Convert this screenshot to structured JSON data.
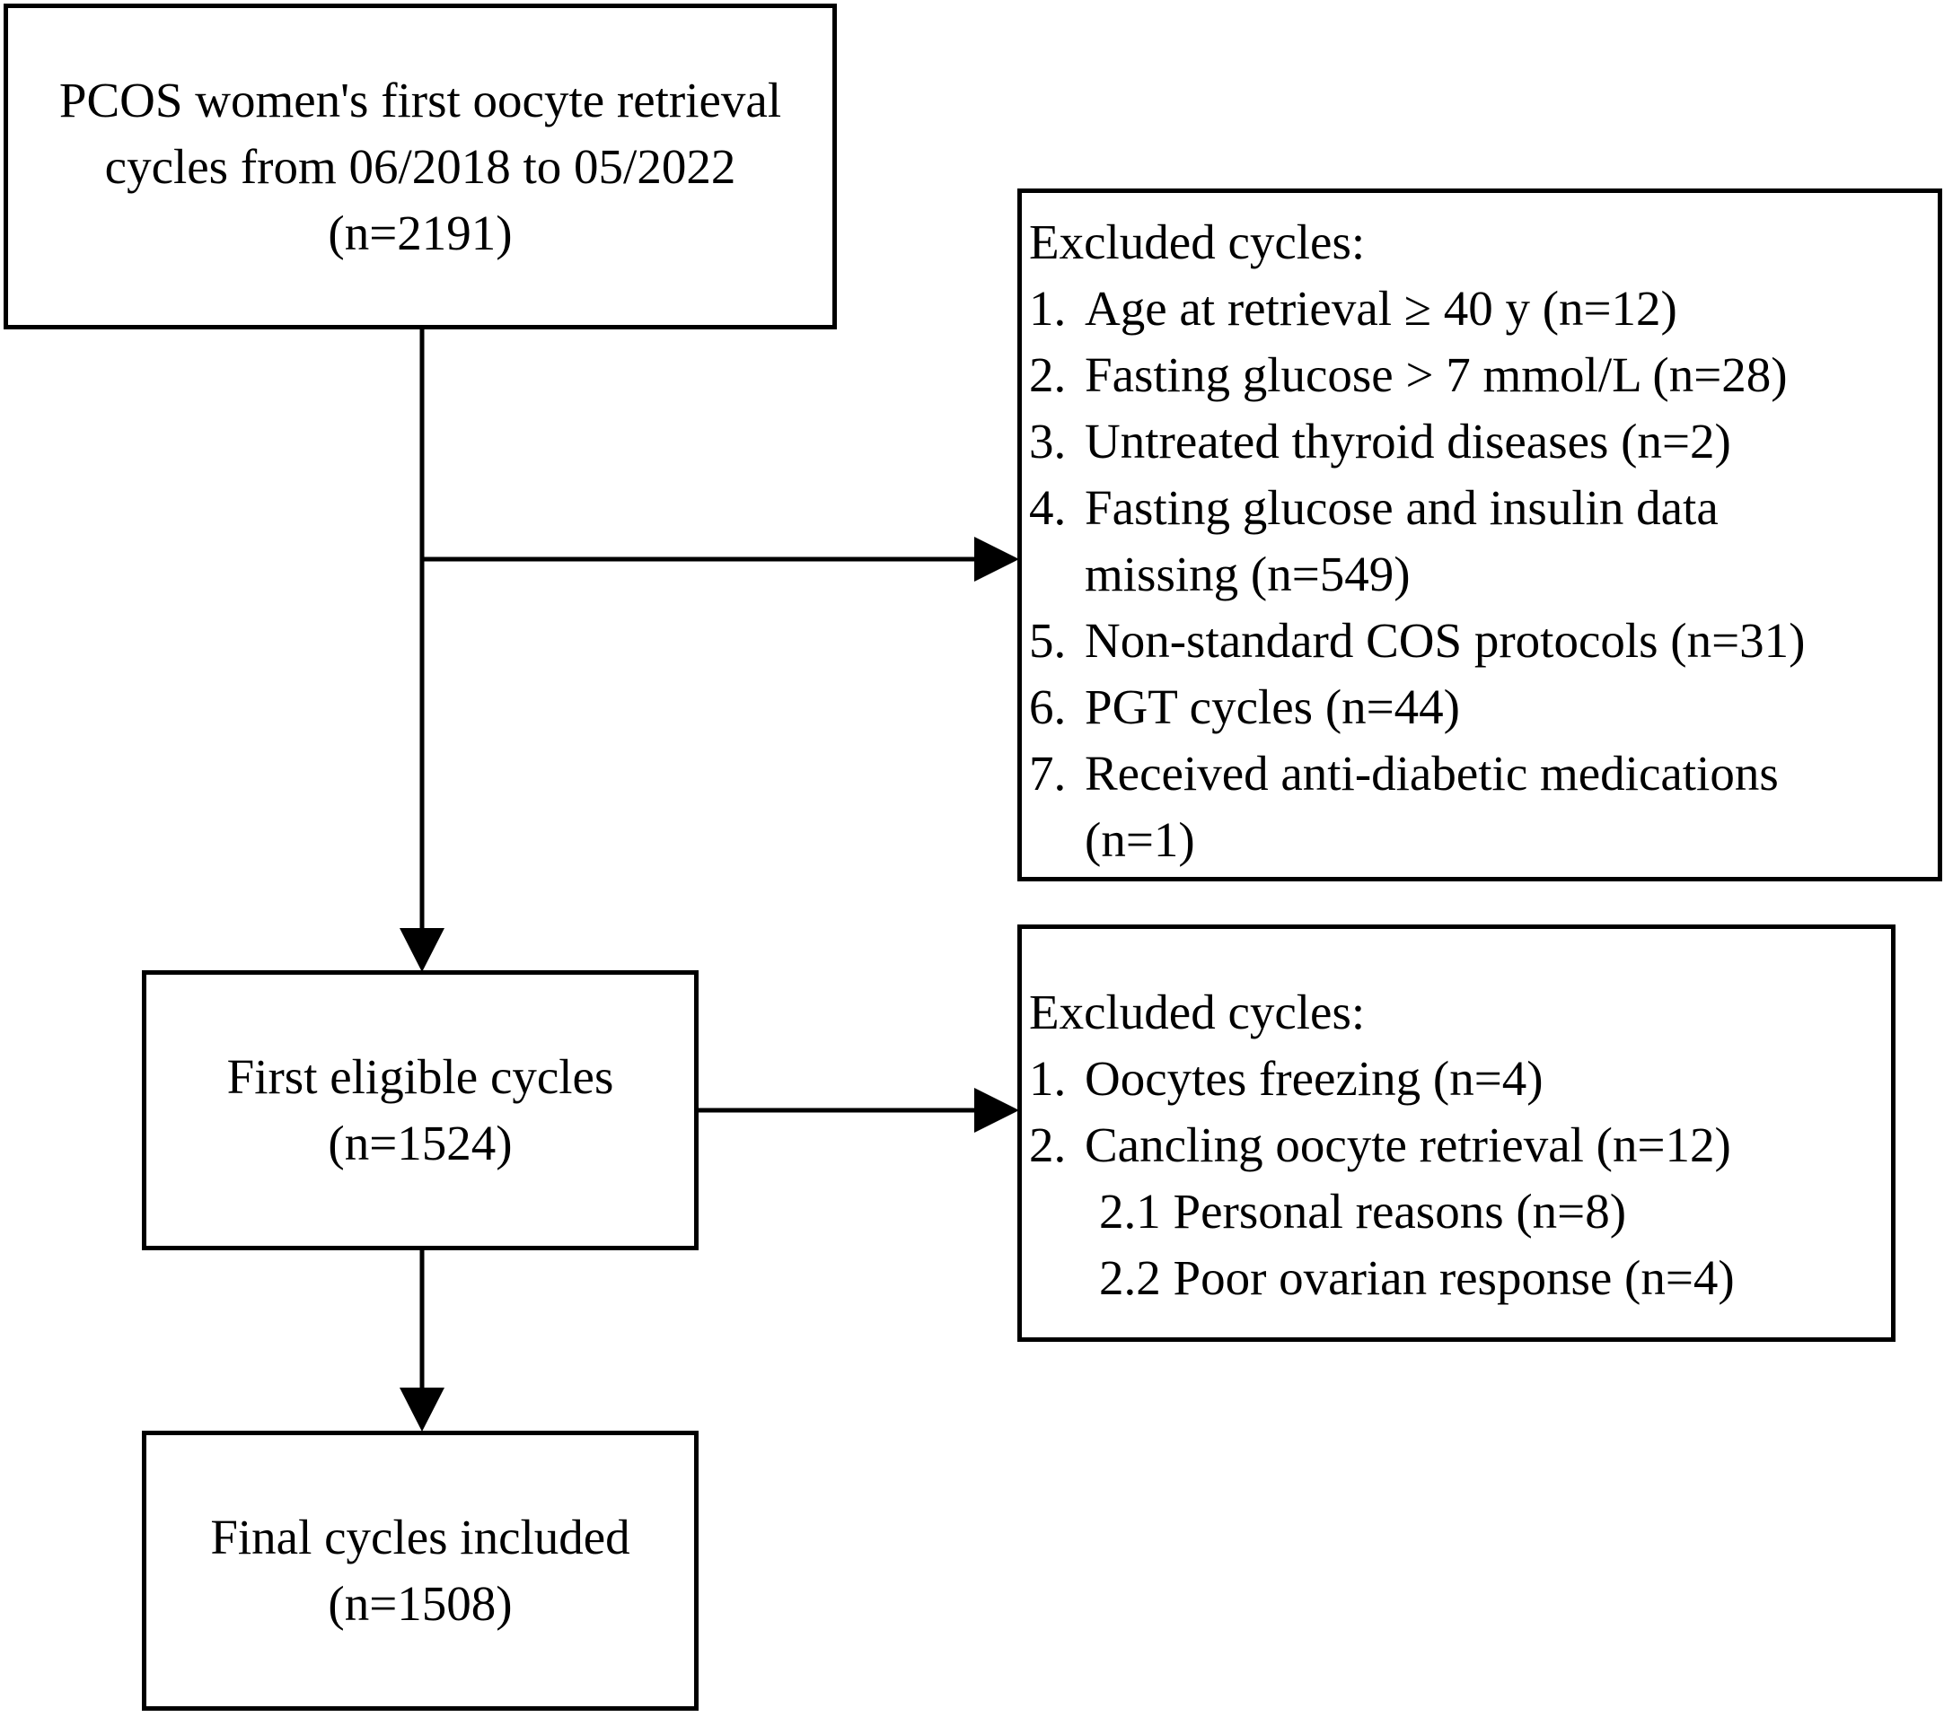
{
  "boxes": {
    "start": {
      "line1": "PCOS women's first oocyte retrieval",
      "line2": "cycles from 06/2018 to 05/2022",
      "count": "(n=2191)"
    },
    "eligible": {
      "line1": "First eligible cycles",
      "count": "(n=1524)"
    },
    "final": {
      "line1": "Final cycles included",
      "count": "(n=1508)"
    }
  },
  "exclusion1": {
    "title": "Excluded cycles:",
    "items": [
      {
        "num": "1.",
        "text": "Age at retrieval ≥ 40 y (n=12)"
      },
      {
        "num": "2.",
        "text": "Fasting glucose > 7 mmol/L (n=28)"
      },
      {
        "num": "3.",
        "text": "Untreated thyroid diseases (n=2)"
      },
      {
        "num": "4.",
        "text": "Fasting glucose and insulin data",
        "cont": "missing (n=549)"
      },
      {
        "num": "5.",
        "text": "Non-standard COS protocols (n=31)"
      },
      {
        "num": "6.",
        "text": "PGT cycles (n=44)"
      },
      {
        "num": "7.",
        "text": "Received anti-diabetic medications",
        "cont": "(n=1)"
      }
    ]
  },
  "exclusion2": {
    "title": "Excluded cycles:",
    "items": [
      {
        "num": "1.",
        "text": "Oocytes freezing (n=4)"
      },
      {
        "num": "2.",
        "text": "Cancling oocyte retrieval (n=12)"
      }
    ],
    "subitems": [
      "2.1 Personal reasons (n=8)",
      "2.2 Poor ovarian response (n=4)"
    ]
  }
}
